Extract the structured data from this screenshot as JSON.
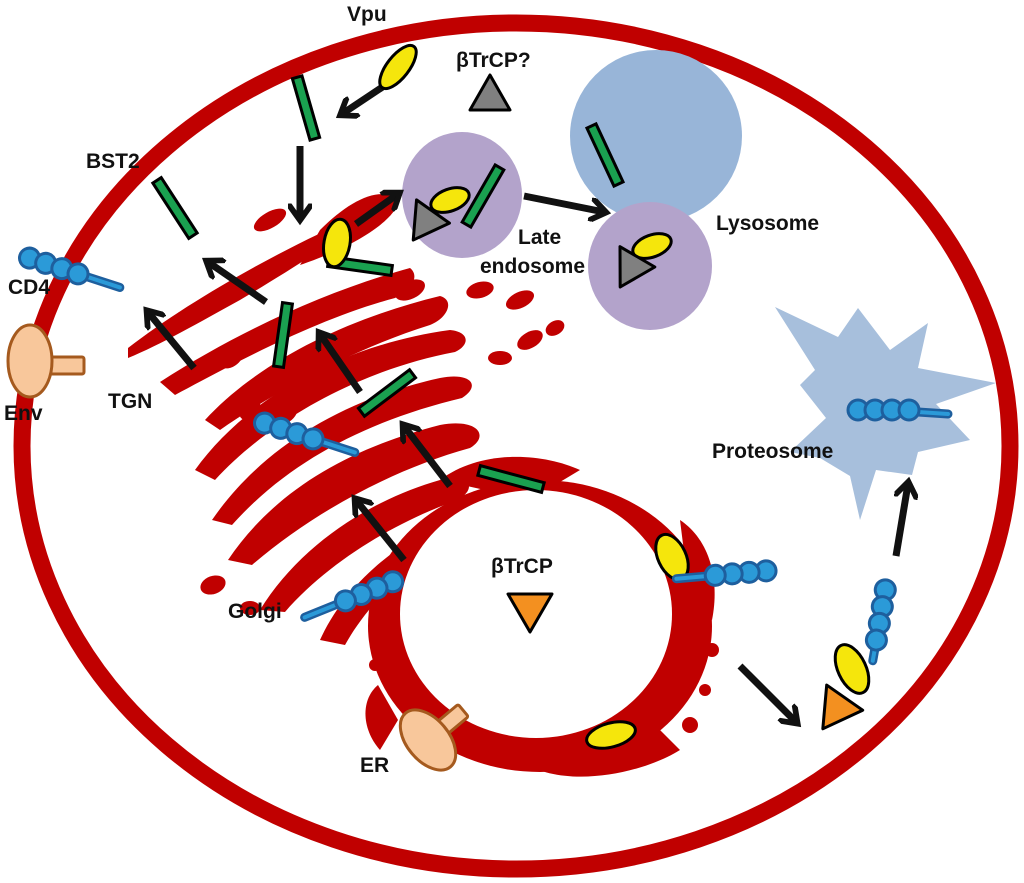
{
  "labels": {
    "vpu": "Vpu",
    "btrcp_q": "βTrCP?",
    "bst2": "BST2",
    "cd4": "CD4",
    "env": "Env",
    "tgn": "TGN",
    "late": "Late",
    "endosome": "endosome",
    "lysosome": "Lysosome",
    "proteosome": "Proteosome",
    "btrcp": "βTrCP",
    "golgi": "Golgi",
    "er": "ER"
  },
  "colors": {
    "membrane": "#c00000",
    "golgi": "#c00000",
    "late_endosome": "#b3a3cb",
    "lysosome": "#98b5d8",
    "proteosome": "#a7bfdc",
    "bst2": "#1aa150",
    "vpu": "#f5e60c",
    "btrcp": "#f39020",
    "btrcp_unknown": "#808080",
    "cd4": "#2b9ad8",
    "env": "#f8c79b"
  },
  "icons": {
    "bst2": "green-bar",
    "vpu": "yellow-ellipse",
    "btrcp": "orange-triangle",
    "btrcp_unknown": "gray-triangle",
    "cd4": "blue-bead-chain",
    "env": "mushroom-glycoprotein"
  }
}
